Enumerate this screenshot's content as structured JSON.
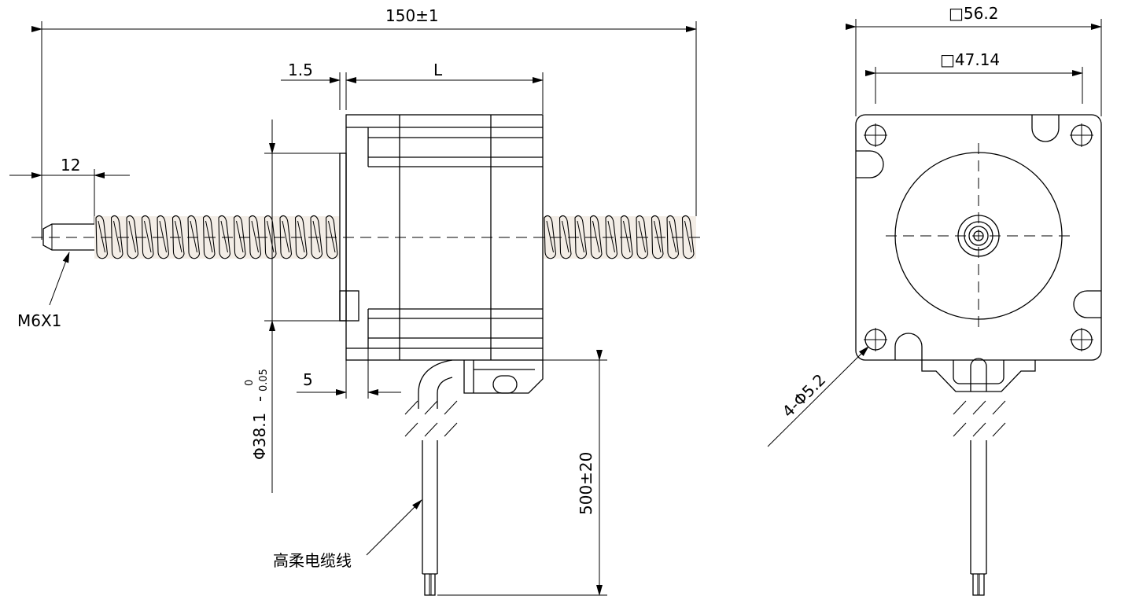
{
  "drawing": {
    "side_view": {
      "overall_length": "150±1",
      "thread_length": "12",
      "flange_gap": "1.5",
      "body_length": "L",
      "boss_height": "5",
      "boss_diameter_main": "Φ38.1",
      "boss_diameter_tol_minus": "-",
      "boss_diameter_tol_upper": "0",
      "boss_diameter_tol_lower": "0.05",
      "cable_length": "500±20",
      "thread_spec": "M6X1",
      "cable_label": "高柔电缆线"
    },
    "front_view": {
      "outer_square": "□56.2",
      "hole_spacing": "□47.14",
      "mounting_holes": "4-Φ5.2"
    }
  }
}
